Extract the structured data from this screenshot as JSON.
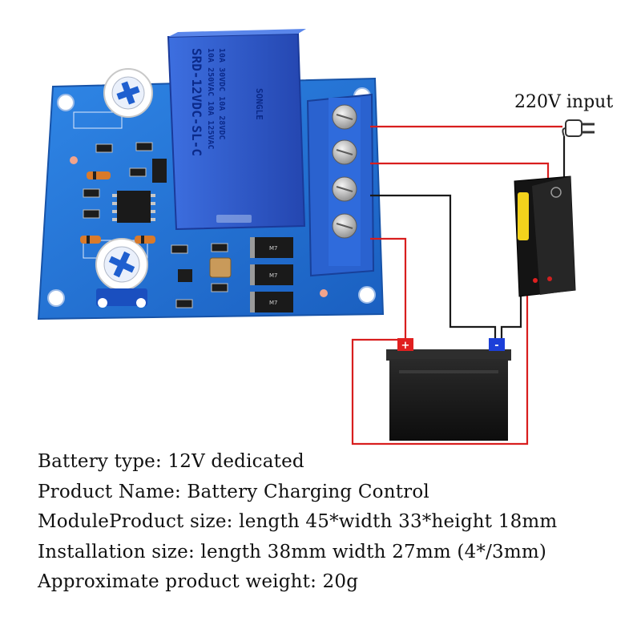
{
  "diagram": {
    "input_label": "220V input",
    "relay": {
      "brand": "SONGLE",
      "model": "SRD-12VDC-SL-C",
      "ratings": [
        "10A 250VAC  10A 125VAC",
        "10A 30VDC  10A 28VDC"
      ]
    },
    "battery": {
      "positive_mark": "+",
      "negative_mark": "-"
    },
    "colors": {
      "pcb": "#1f6fd1",
      "relay": "#2d57c9",
      "terminal": "#2a62cf",
      "wire_positive": "#d81e1e",
      "wire_negative": "#1a1a1a",
      "battery": "#1c1c1c",
      "charger": "#141414",
      "charger_label": "#f3d21c"
    }
  },
  "specs": [
    "Battery type: 12V dedicated",
    "Product Name: Battery Charging Control",
    "ModuleProduct size: length 45*width 33*height 18mm",
    "Installation size: length 38mm width 27mm (4*/3mm)",
    "Approximate product weight: 20g"
  ]
}
